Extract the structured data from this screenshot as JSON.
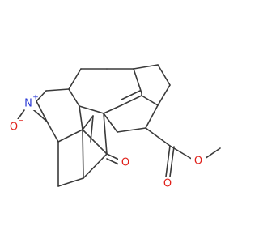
{
  "figure": {
    "atoms": [
      {
        "id": "N",
        "label": "N",
        "charge": "+",
        "color": "#2b3bd6"
      },
      {
        "id": "O1",
        "label": "O",
        "charge": "−",
        "color": "#e0201a"
      },
      {
        "id": "O2",
        "label": "O",
        "charge": "",
        "color": "#e0201a"
      },
      {
        "id": "O3",
        "label": "O",
        "charge": "",
        "color": "#e0201a"
      },
      {
        "id": "O4",
        "label": "O",
        "charge": "",
        "color": "#e0201a"
      }
    ],
    "bond_color": "#3a3a3a",
    "background": "#ffffff"
  }
}
